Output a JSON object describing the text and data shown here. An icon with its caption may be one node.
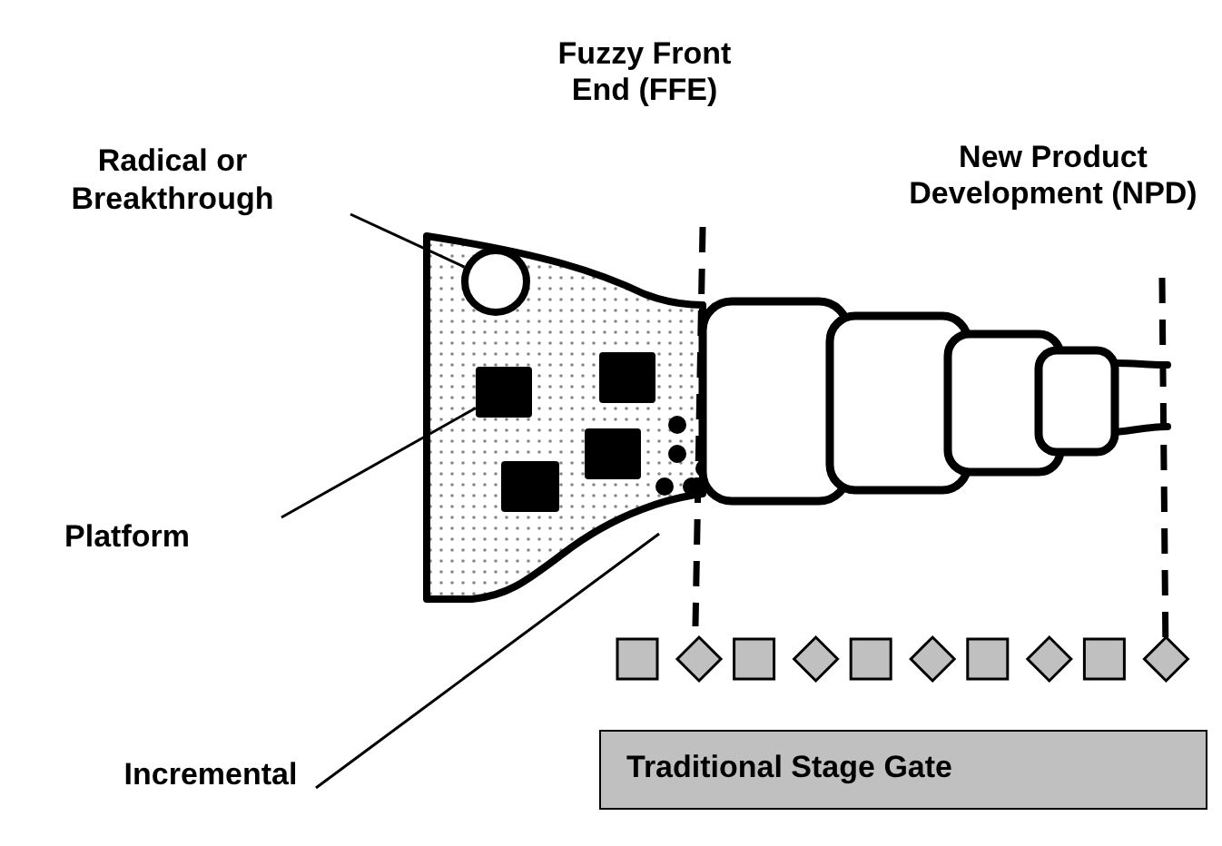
{
  "diagram": {
    "nodes": [
      {
        "text": [
          "Radical or Breakthrough"
        ]
      },
      {
        "text": [],
        "shape": "circle"
      },
      {
        "text": [
          "Platform"
        ]
      },
      {
        "text": [],
        "shape": "box"
      },
      {
        "text": [
          "Incremental"
        ]
      },
      {
        "text": [
          "Traditional Stage Gate"
        ]
      }
    ],
    "edges": [
      {
        "from": 0,
        "to": 1,
        "arrow": "none"
      },
      {
        "from": 2,
        "to": 3,
        "arrow": "none"
      },
      {
        "from": 4,
        "to": null,
        "arrow": "none"
      }
    ],
    "labels": [
      "Fuzzy Front End (FFE)",
      "New Product Development (NPD)"
    ]
  }
}
